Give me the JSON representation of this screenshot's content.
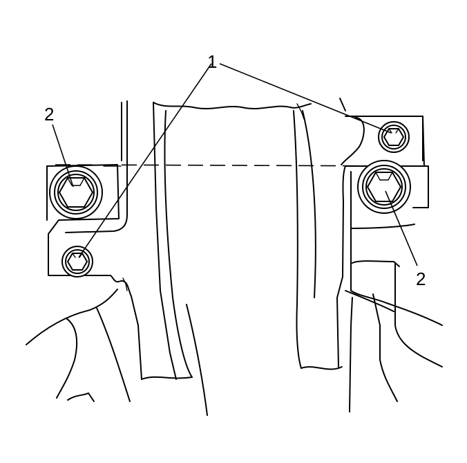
{
  "figure": {
    "callouts": [
      {
        "id": "c1",
        "label": "1"
      },
      {
        "id": "c2-left",
        "label": "2"
      },
      {
        "id": "c2-right",
        "label": "2"
      }
    ],
    "colors": {
      "ink": "#000000",
      "paper": "#ffffff"
    },
    "icons": [
      "hex-bolt-icon"
    ]
  }
}
